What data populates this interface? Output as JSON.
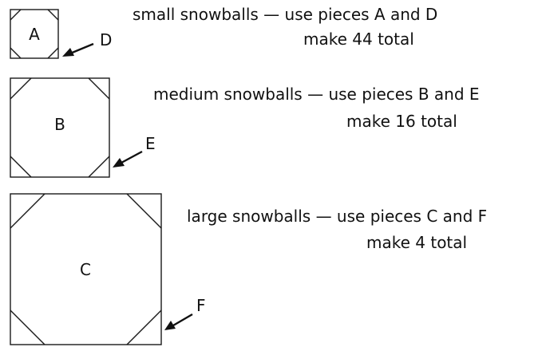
{
  "blocks": [
    {
      "id": "small",
      "block_piece": "A",
      "corner_piece": "D",
      "description": "small snowballs — use pieces A and D",
      "count_text": "make 44 total"
    },
    {
      "id": "medium",
      "block_piece": "B",
      "corner_piece": "E",
      "description": "medium snowballs — use pieces B and E",
      "count_text": "make 16 total"
    },
    {
      "id": "large",
      "block_piece": "C",
      "corner_piece": "F",
      "description": "large snowballs — use pieces C and F",
      "count_text": "make 4 total"
    }
  ]
}
